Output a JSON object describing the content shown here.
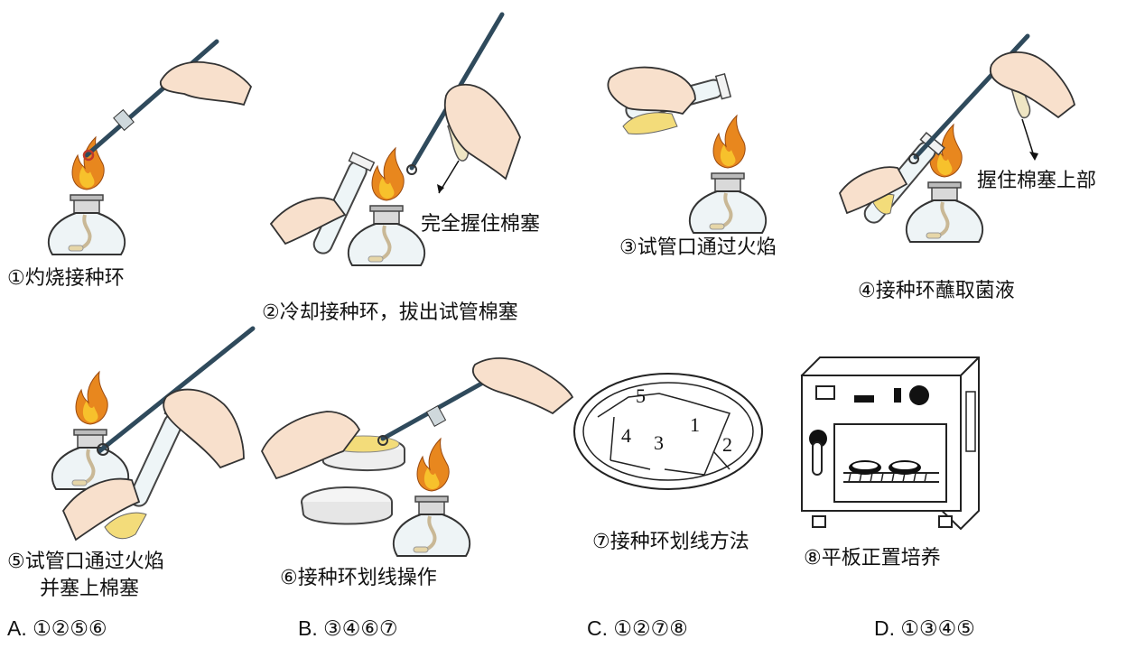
{
  "steps": [
    {
      "id": 1,
      "label": "①灼烧接种环"
    },
    {
      "id": 2,
      "label": "②冷却接种环，拔出试管棉塞",
      "annotation": "完全握住棉塞"
    },
    {
      "id": 3,
      "label": "③试管口通过火焰"
    },
    {
      "id": 4,
      "label": "④接种环蘸取菌液",
      "annotation": "握住棉塞上部"
    },
    {
      "id": 5,
      "label_line1": "⑤试管口通过火焰",
      "label_line2": "并塞上棉塞"
    },
    {
      "id": 6,
      "label": "⑥接种环划线操作"
    },
    {
      "id": 7,
      "label": "⑦接种环划线方法",
      "region_numbers": [
        "5",
        "4",
        "3",
        "1",
        "2"
      ]
    },
    {
      "id": 8,
      "label": "⑧平板正置培养"
    }
  ],
  "options": [
    {
      "letter": "A.",
      "text": "①②⑤⑥"
    },
    {
      "letter": "B.",
      "text": "③④⑥⑦"
    },
    {
      "letter": "C.",
      "text": "①②⑦⑧"
    },
    {
      "letter": "D.",
      "text": "①③④⑤"
    }
  ],
  "colors": {
    "flame_outer": "#e8871e",
    "flame_inner": "#f7c12c",
    "liquid": "#f3dc7a",
    "rod": "#2f4a5c",
    "skin": "#f8e0cc"
  }
}
